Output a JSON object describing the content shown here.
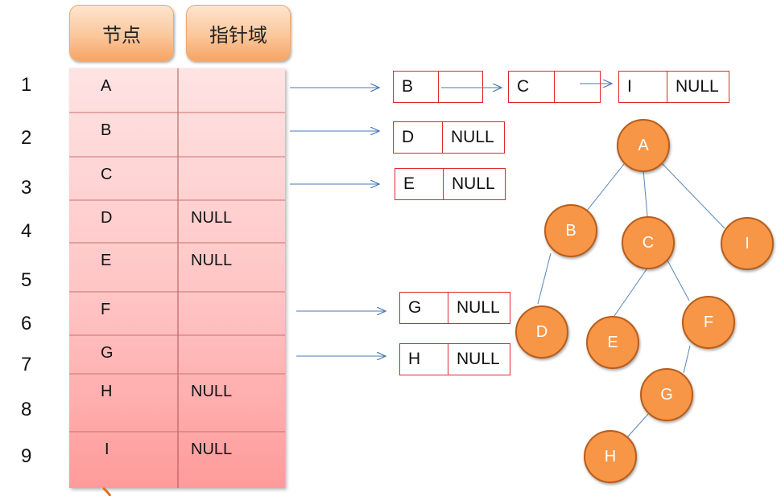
{
  "headers": {
    "node": "节点",
    "pointer": "指针域"
  },
  "row_numbers": [
    "1",
    "2",
    "3",
    "4",
    "5",
    "6",
    "7",
    "8",
    "9"
  ],
  "rows": [
    {
      "node": "A",
      "pointer": ""
    },
    {
      "node": "B",
      "pointer": ""
    },
    {
      "node": "C",
      "pointer": ""
    },
    {
      "node": "D",
      "pointer": "NULL"
    },
    {
      "node": "E",
      "pointer": "NULL"
    },
    {
      "node": "F",
      "pointer": ""
    },
    {
      "node": "G",
      "pointer": ""
    },
    {
      "node": "H",
      "pointer": "NULL"
    },
    {
      "node": "I",
      "pointer": "NULL"
    }
  ],
  "lists": {
    "a": [
      {
        "data": "B",
        "next": ""
      },
      {
        "data": "C",
        "next": ""
      },
      {
        "data": "I",
        "next": "NULL"
      }
    ],
    "b": [
      {
        "data": "D",
        "next": "NULL"
      }
    ],
    "c": [
      {
        "data": "E",
        "next": "NULL"
      }
    ],
    "f": [
      {
        "data": "G",
        "next": "NULL"
      }
    ],
    "g": [
      {
        "data": "H",
        "next": "NULL"
      }
    ]
  },
  "tree": {
    "a": "A",
    "b": "B",
    "c": "C",
    "i": "I",
    "d": "D",
    "e": "E",
    "f": "F",
    "g": "G",
    "h": "H"
  },
  "colors": {
    "arrow": "#4a78b5",
    "list_border": "#e0262a",
    "node_fill": "#f79646",
    "tree_edge": "#5a86b8"
  }
}
